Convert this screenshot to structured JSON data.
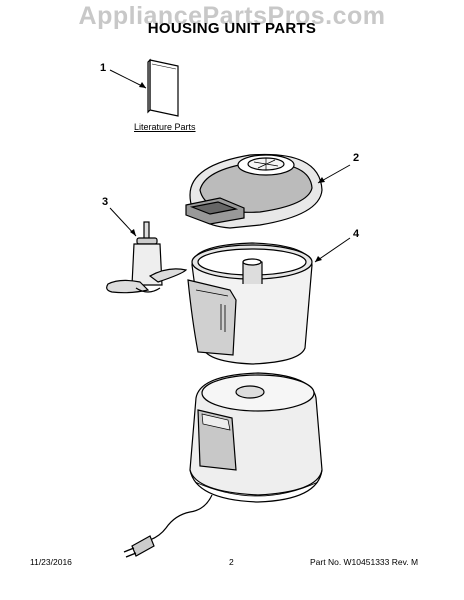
{
  "watermark": "AppliancePartsPros.com",
  "title": "HOUSING UNIT PARTS",
  "literature_label": "Literature Parts",
  "callouts": [
    "1",
    "2",
    "3",
    "4"
  ],
  "footer": {
    "date": "11/23/2016",
    "page": "2",
    "part_info": "Part No. W10451333  Rev. M"
  }
}
